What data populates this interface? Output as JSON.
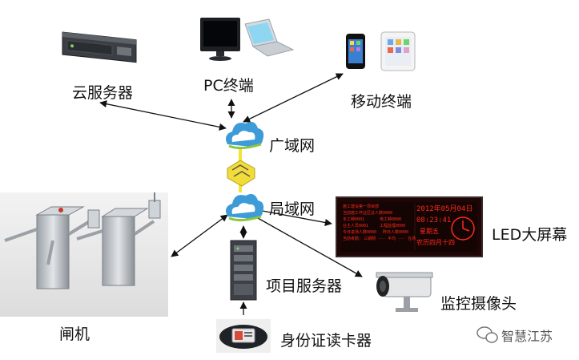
{
  "nodes": {
    "cloud_server": "云服务器",
    "pc_terminal": "PC终端",
    "mobile_terminal": "移动终端",
    "wan": "广域网",
    "lan": "局域网",
    "led_screen": "LED大屏幕",
    "project_server": "项目服务器",
    "camera": "监控摄像头",
    "gate": "闸机",
    "id_reader": "身份证读卡器"
  },
  "led": {
    "line1": "施工建设第一项目部",
    "line2": "当前施工作业区总人数0000",
    "line3_a": "本工种0001",
    "line3_b": "电工种0000",
    "line4_a": "业主人员0001",
    "line4_b": "工程监理0000",
    "line5_a": "今日进场人数0000",
    "line5_b": "昨日人数0000",
    "line6": "当前考勤: 三期网 --- 平均 --- 在场",
    "date": "2012年05月04日",
    "time": "08:23:41",
    "weekday": "星期五",
    "lunar": "农历四月十四"
  },
  "watermark": "智慧江苏",
  "colors": {
    "cloud_blue": "#3d9bd8",
    "cloud_green": "#8cc63f",
    "led_red": "#ff2a1a",
    "led_bg": "#140404"
  }
}
